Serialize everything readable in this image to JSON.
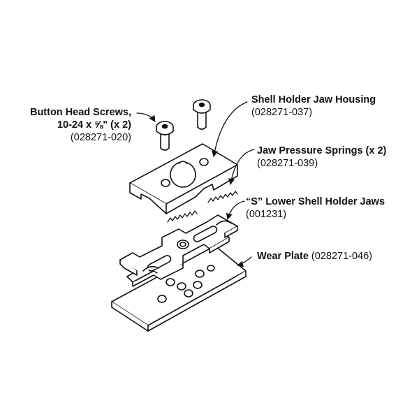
{
  "labels": {
    "button_head_screws": {
      "name_line1": "Button Head Screws,",
      "name_line2": "10-24 x ⅝\" (x 2)",
      "part_number": "(028271-020)"
    },
    "jaw_housing": {
      "name": "Shell Holder Jaw Housing",
      "part_number": "(028271-037)"
    },
    "pressure_springs": {
      "name": "Jaw Pressure Springs (x 2)",
      "part_number": "(028271-039)"
    },
    "lower_jaws": {
      "name": "“S” Lower Shell Holder Jaws",
      "part_number": "(001231)"
    },
    "wear_plate": {
      "name": "Wear Plate",
      "part_number": "(028271-046)"
    }
  }
}
